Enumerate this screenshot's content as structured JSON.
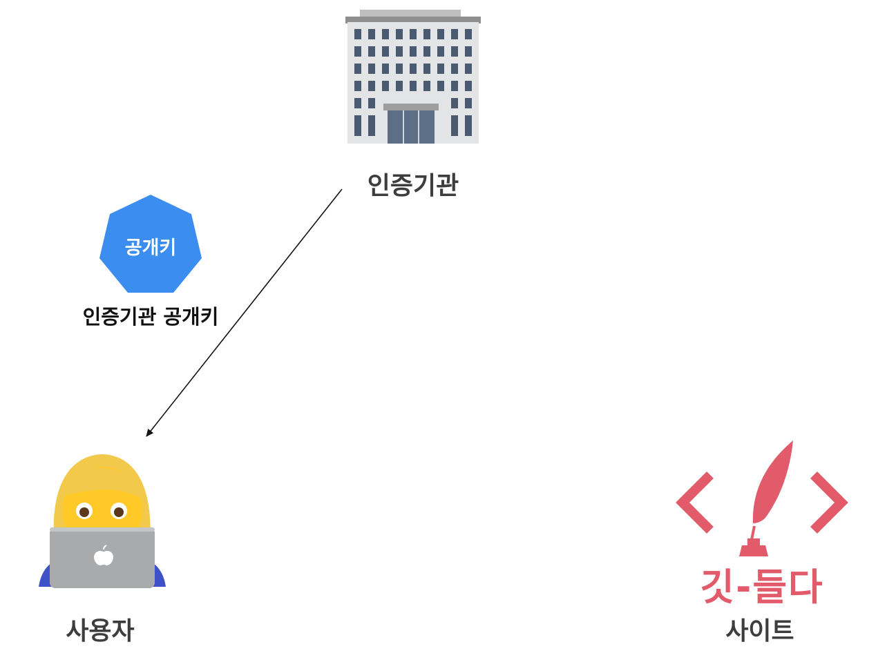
{
  "authority": {
    "label": "인증기관",
    "icon": "office-building-icon"
  },
  "public_key": {
    "badge_text": "공개키",
    "caption": "인증기관 공개키",
    "color": "#3b8ef0",
    "icon": "heptagon-key-badge"
  },
  "user": {
    "label": "사용자",
    "icon": "woman-technologist-icon"
  },
  "site": {
    "brand": "깃-들다",
    "label": "사이트",
    "color": "#e25b6a",
    "icon": "quill-code-brackets-icon"
  },
  "flow": {
    "from": "authority",
    "to": "user",
    "icon": "arrow-icon"
  }
}
